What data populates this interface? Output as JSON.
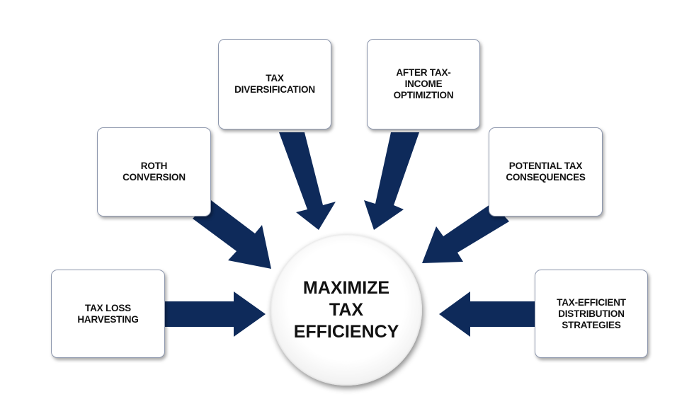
{
  "colors": {
    "arrow": "#0e2a5a",
    "box_border": "#8d97ad",
    "text": "#111111"
  },
  "center": {
    "label": "MAXIMIZE\nTAX\nEFFICIENCY"
  },
  "boxes": [
    {
      "id": "tax-loss-harvesting",
      "label": "TAX LOSS\nHARVESTING"
    },
    {
      "id": "roth-conversion",
      "label": "ROTH\nCONVERSION"
    },
    {
      "id": "tax-diversification",
      "label": "TAX\nDIVERSIFICATION"
    },
    {
      "id": "after-tax-income",
      "label": "AFTER TAX-\nINCOME\nOPTIMIZTION"
    },
    {
      "id": "potential-tax-consequences",
      "label": "POTENTIAL TAX\nCONSEQUENCES"
    },
    {
      "id": "tax-efficient-distribution",
      "label": "TAX-EFFICIENT\nDISTRIBUTION\nSTRATEGIES"
    }
  ]
}
